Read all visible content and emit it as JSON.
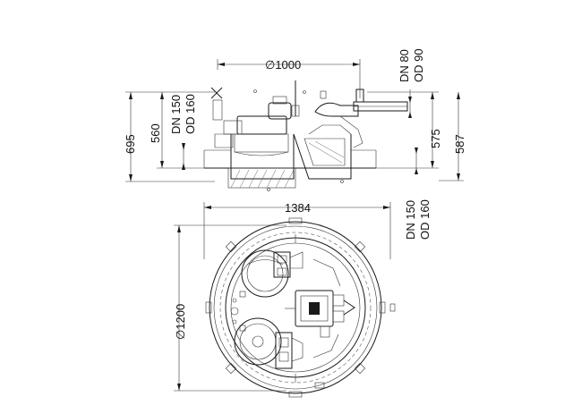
{
  "dimensions": {
    "diameter_top": "∅1000",
    "pipe_inlet_top": "DN 80",
    "pipe_inlet_top_od": "OD 90",
    "pipe_left_dn": "DN 150",
    "pipe_left_od": "OD 160",
    "height_left_outer": "695",
    "height_left_inner": "560",
    "height_right_inner": "575",
    "height_right_outer": "587",
    "width_plan": "1384",
    "pipe_plan_dn": "DN 150",
    "pipe_plan_od": "OD 160",
    "diameter_plan": "∅1200"
  }
}
